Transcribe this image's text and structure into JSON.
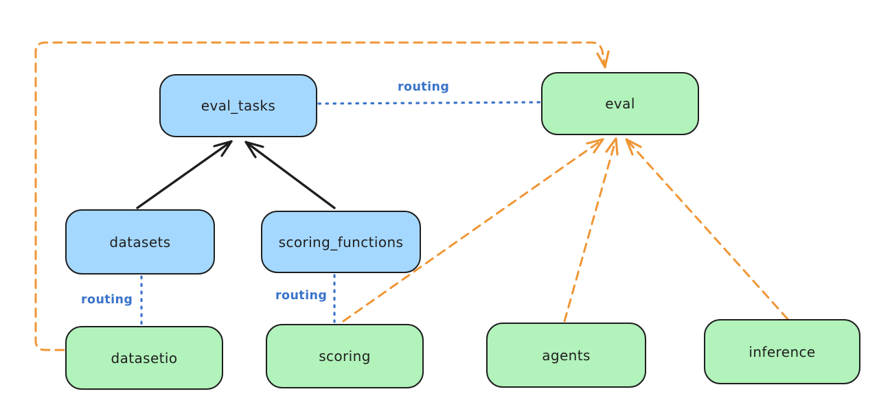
{
  "colors": {
    "canvas": "#ffffff",
    "box-blue": "#a5d8ff",
    "box-green": "#b2f2bb",
    "stroke": "#1e1e1e",
    "orange": "#ef9635",
    "routing-blue": "#3a74c9"
  },
  "nodes": {
    "eval_tasks": {
      "label": "eval_tasks",
      "color": "blue"
    },
    "eval": {
      "label": "eval",
      "color": "green"
    },
    "datasets": {
      "label": "datasets",
      "color": "blue"
    },
    "scoring_functions": {
      "label": "scoring_functions",
      "color": "blue"
    },
    "datasetio": {
      "label": "datasetio",
      "color": "green"
    },
    "scoring": {
      "label": "scoring",
      "color": "green"
    },
    "agents": {
      "label": "agents",
      "color": "green"
    },
    "inference": {
      "label": "inference",
      "color": "green"
    }
  },
  "edges": [
    {
      "from": "datasets",
      "to": "eval_tasks",
      "style": "solid-arrow",
      "color": "black"
    },
    {
      "from": "scoring_functions",
      "to": "eval_tasks",
      "style": "solid-arrow",
      "color": "black"
    },
    {
      "from": "eval_tasks",
      "to": "eval",
      "style": "dotted",
      "color": "blue",
      "label": "routing"
    },
    {
      "from": "datasets",
      "to": "datasetio",
      "style": "dotted",
      "color": "blue",
      "label": "routing"
    },
    {
      "from": "scoring_functions",
      "to": "scoring",
      "style": "dotted",
      "color": "blue",
      "label": "routing"
    },
    {
      "from": "datasetio",
      "to": "eval",
      "style": "dashed-arrow",
      "color": "orange"
    },
    {
      "from": "scoring",
      "to": "eval",
      "style": "dashed-arrow",
      "color": "orange"
    },
    {
      "from": "agents",
      "to": "eval",
      "style": "dashed-arrow",
      "color": "orange"
    },
    {
      "from": "inference",
      "to": "eval",
      "style": "dashed-arrow",
      "color": "orange"
    }
  ]
}
